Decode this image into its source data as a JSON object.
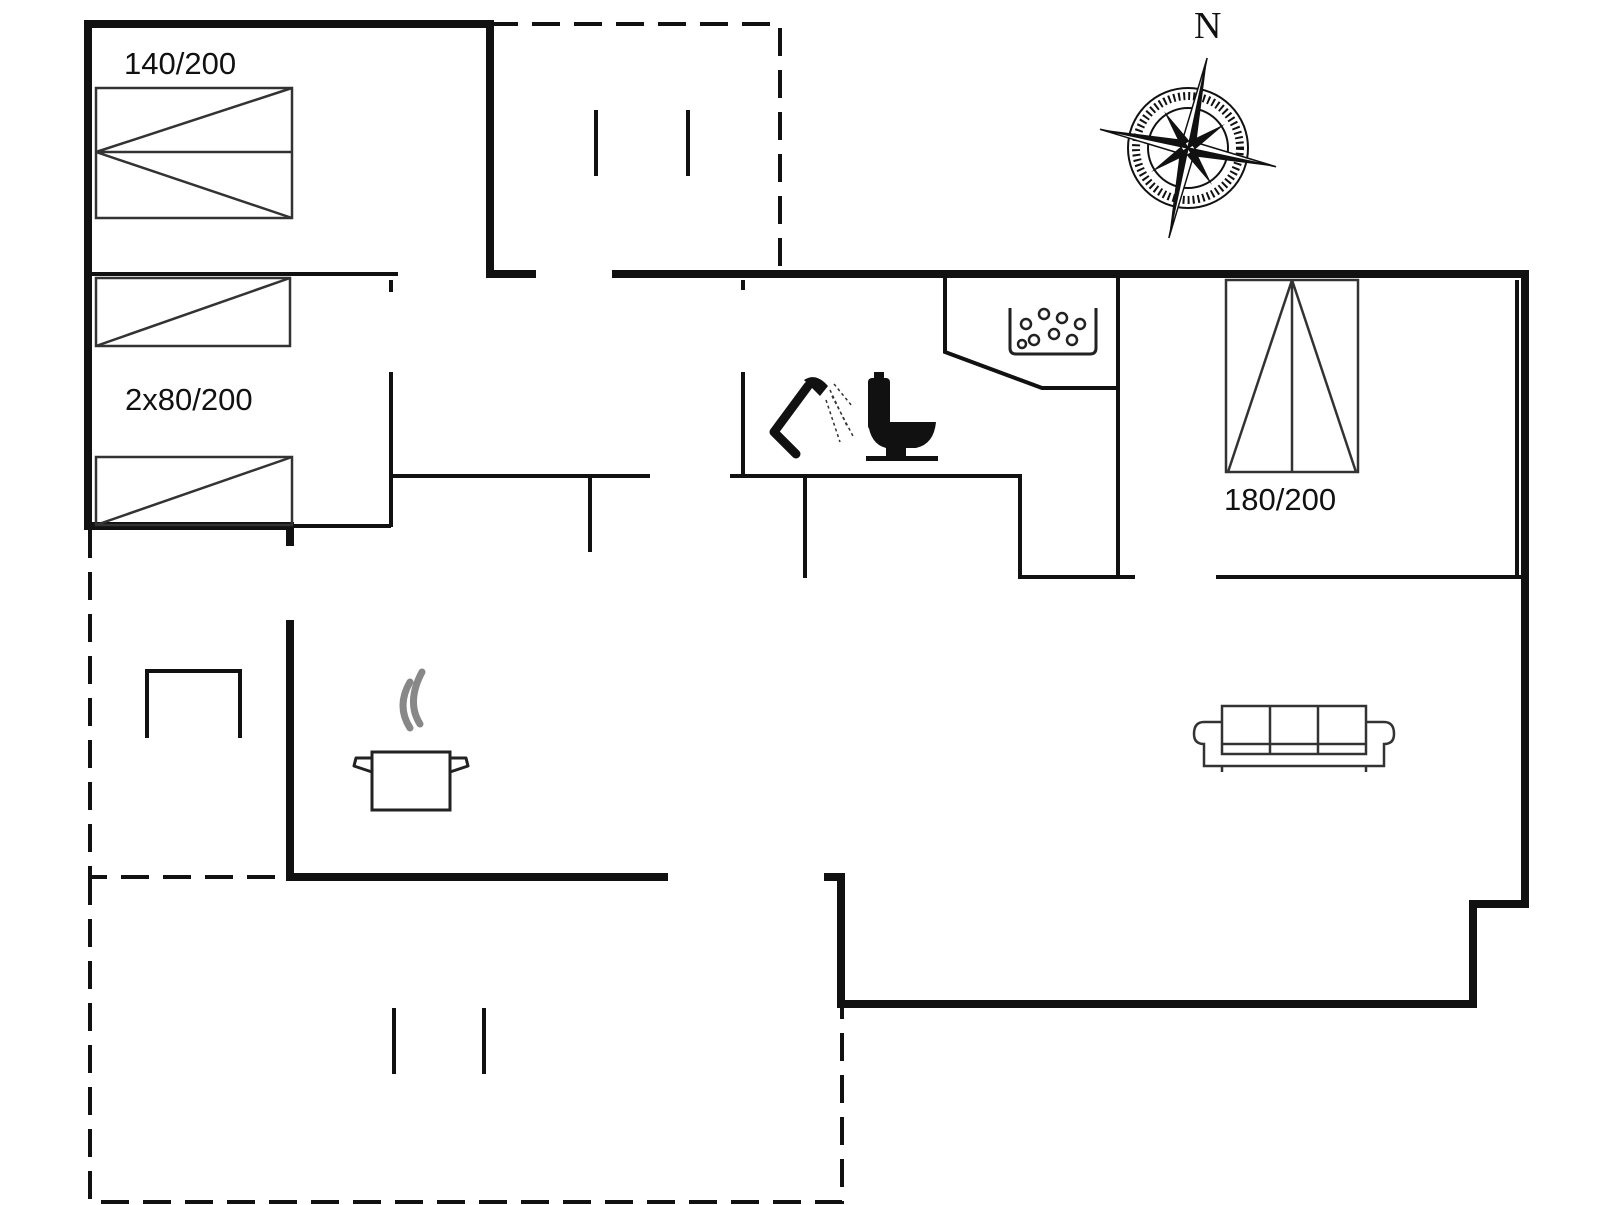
{
  "labels": {
    "bed_double_top": "140/200",
    "bed_twin": "2x80/200",
    "bed_master": "180/200",
    "north": "N"
  },
  "icons": [
    "compass-rose-icon",
    "shower-icon",
    "toilet-icon",
    "spa-tub-icon",
    "cooking-pot-icon",
    "sofa-icon"
  ],
  "colors": {
    "line": "#111111",
    "background": "#ffffff"
  }
}
